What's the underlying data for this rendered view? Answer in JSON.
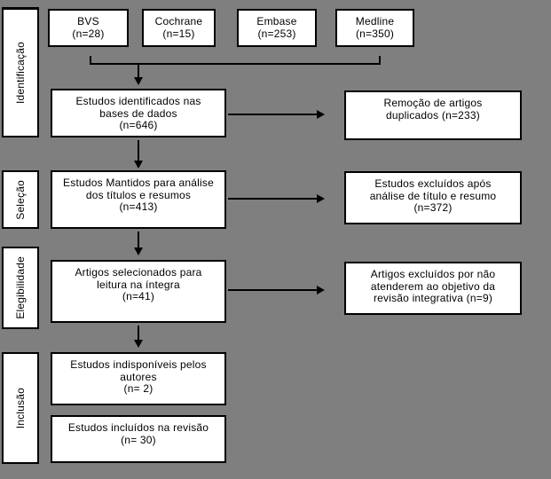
{
  "diagram": {
    "title_hint": "PRISMA-style integrative review flow diagram (Portuguese)",
    "colors": {
      "background": "#7f7f7f",
      "box_fill": "#ffffff",
      "box_border": "#000000",
      "text": "#000000",
      "arrow": "#000000"
    },
    "phases": [
      {
        "label": "Identificação"
      },
      {
        "label": "Seleção"
      },
      {
        "label": "Elegibilidade"
      },
      {
        "label": "Inclusão"
      }
    ],
    "sources": [
      {
        "text": "BVS\n(n=28)"
      },
      {
        "text": "Cochrane\n(n=15)"
      },
      {
        "text": "Embase\n(n=253)"
      },
      {
        "text": "Medline\n(n=350)"
      }
    ],
    "main_flow": [
      {
        "text": "Estudos identificados nas\nbases de dados\n(n=646)"
      },
      {
        "text": "Estudos Mantidos para análise\ndos títulos e resumos\n(n=413)"
      },
      {
        "text": "Artigos selecionados para\nleitura na íntegra\n(n=41)"
      },
      {
        "text": "Estudos indisponíveis pelos\nautores\n(n= 2)"
      },
      {
        "text": "Estudos incluídos na revisão\n(n= 30)"
      }
    ],
    "exclusions": [
      {
        "text": "Remoção de artigos\nduplicados (n=233)"
      },
      {
        "text": "Estudos excluídos após\nanálise de título e resumo\n(n=372)"
      },
      {
        "text": "Artigos excluídos por não\natenderem ao objetivo da\nrevisão integrativa (n=9)"
      }
    ]
  }
}
